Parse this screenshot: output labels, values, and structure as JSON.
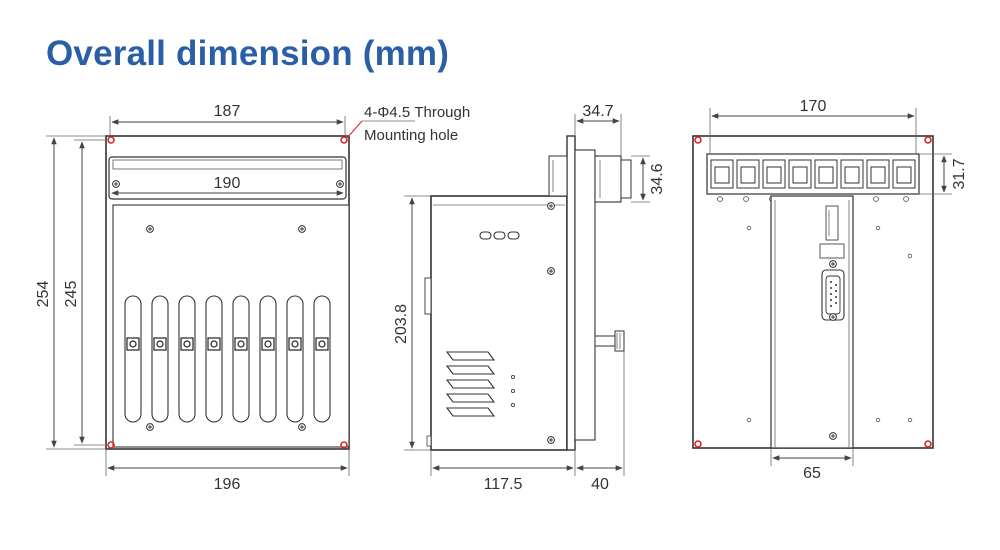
{
  "title": "Overall dimension (mm)",
  "callout": {
    "line1": "4-Φ4.5 Through",
    "line2": "Mounting hole"
  },
  "front_view": {
    "top_width": "187",
    "handle_width": "190",
    "bottom_width": "196",
    "outer_height": "254",
    "inner_height": "245"
  },
  "side_view": {
    "top_depth": "34.7",
    "connector_height": "34.6",
    "body_height": "203.8",
    "body_depth": "117.5",
    "front_depth": "40"
  },
  "rear_view": {
    "top_width": "170",
    "connector_height": "31.7",
    "center_width": "65"
  },
  "colors": {
    "title": "#2a5fa6",
    "hole_marker": "#e0242c",
    "line": "#444444"
  }
}
